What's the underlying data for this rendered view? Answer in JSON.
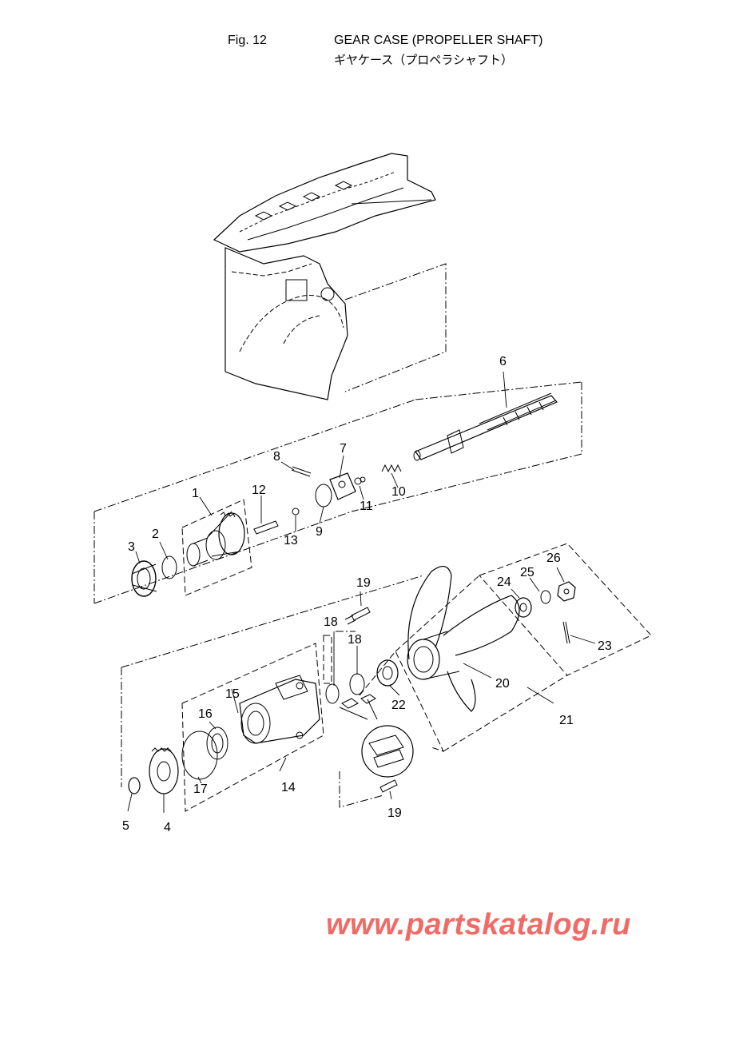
{
  "header": {
    "figure": "Fig. 12",
    "title_en": "GEAR CASE (PROPELLER SHAFT)",
    "title_jp": "ギヤケース（プロペラシャフト）"
  },
  "callouts": {
    "c1": "1",
    "c2": "2",
    "c3": "3",
    "c4": "4",
    "c5": "5",
    "c6": "6",
    "c7": "7",
    "c8": "8",
    "c9": "9",
    "c10": "10",
    "c11": "11",
    "c12": "12",
    "c13": "13",
    "c14": "14",
    "c15": "15",
    "c16": "16",
    "c17": "17",
    "c18a": "18",
    "c18b": "18",
    "c19a": "19",
    "c19b": "19",
    "c20": "20",
    "c21": "21",
    "c22": "22",
    "c23": "23",
    "c24": "24",
    "c25": "25",
    "c26": "26"
  },
  "watermark": "www.partskatalog.ru"
}
